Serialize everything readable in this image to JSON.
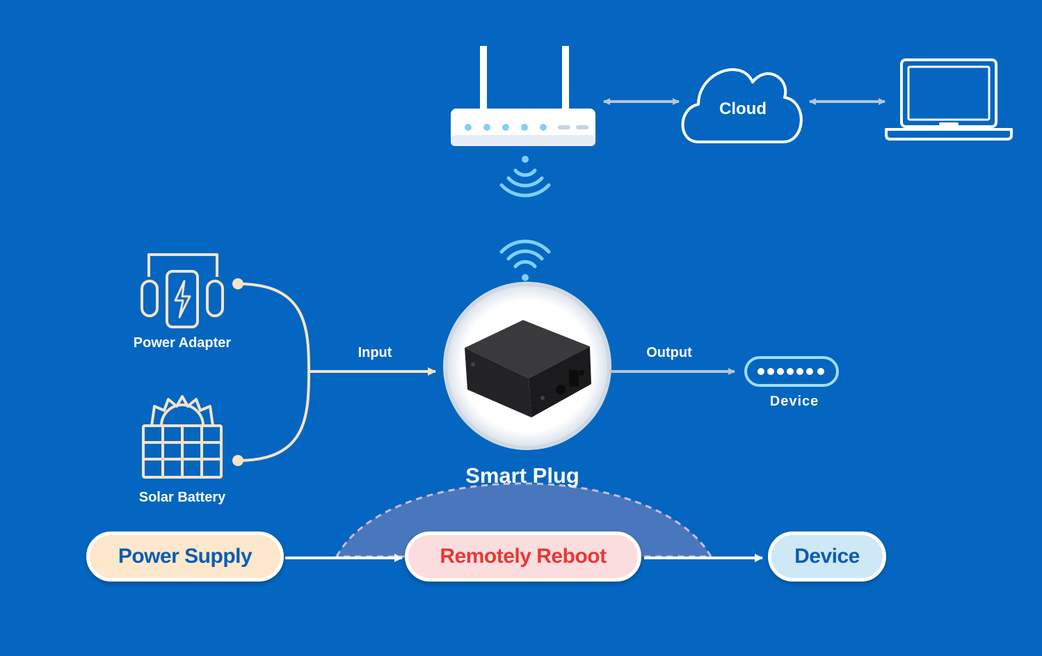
{
  "labels": {
    "cloud": "Cloud",
    "power_adapter": "Power Adapter",
    "solar_battery": "Solar Battery",
    "input": "Input",
    "output": "Output",
    "device": "Device",
    "smart_plug": "Smart Plug"
  },
  "flow": {
    "power_supply": "Power Supply",
    "remotely_reboot": "Remotely Reboot",
    "device": "Device"
  },
  "icons": {
    "router": "router-icon",
    "cloud": "cloud-icon",
    "laptop": "laptop-icon",
    "wifi": "wifi-icon",
    "power_adapter": "power-adapter-icon",
    "solar_panel": "solar-panel-icon",
    "smart_plug": "smart-plug-device-image",
    "device": "device-icon"
  },
  "colors": {
    "background": "#0466c0",
    "line_white": "#ffffff",
    "arrow_gray": "#b9c4d2",
    "wifi_blue": "#7fd0fb",
    "cream": "#f5e3c8",
    "device_outline": "#a4dcfb",
    "power_supply_fill": "#fde8cd",
    "reboot_fill": "#fbdde0",
    "reboot_text": "#e53935",
    "device_fill": "#cfe8f8",
    "pill_text_blue": "#0b5cb3"
  }
}
